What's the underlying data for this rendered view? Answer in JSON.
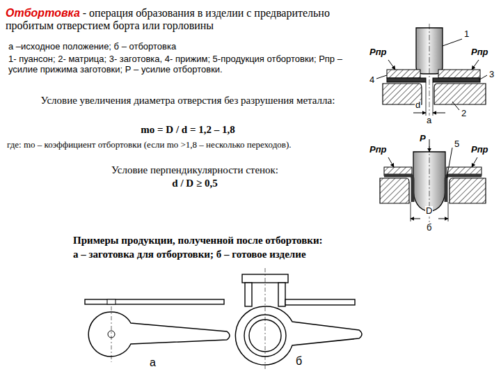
{
  "diagram": {
    "title": "Отбортовка",
    "labels": [
      "- операция образования в изделии с предварительно пробитым отверстием борта или горловины",
      "а –исходное положение; б – отбортовка",
      "1- пуансон; 2- матрица; 3- заготовка, 4- прижим; 5-продукция отбортовки; Рпр – усилие прижима заготовки; Р – усилие отбортовки.",
      "Условие увеличения диаметра отверстия без разрушения металла:",
      "mo = D / d = 1,2 – 1,8",
      "где: mo – коэффициент отбортовки (если mo >1,8 – несколько переходов).",
      "Условие перпендикулярности стенок:",
      "d / D ≥ 0,5",
      "Примеры продукции, полученной после отбортовки:",
      "а – заготовка для отбортовки; б – готовое изделие",
      "1",
      "Рпр",
      "Рпр",
      "4",
      "3",
      "2",
      "d",
      "а",
      "Рпр",
      "Р",
      "5",
      "Рпр",
      "D",
      "б",
      "а",
      "б"
    ]
  }
}
